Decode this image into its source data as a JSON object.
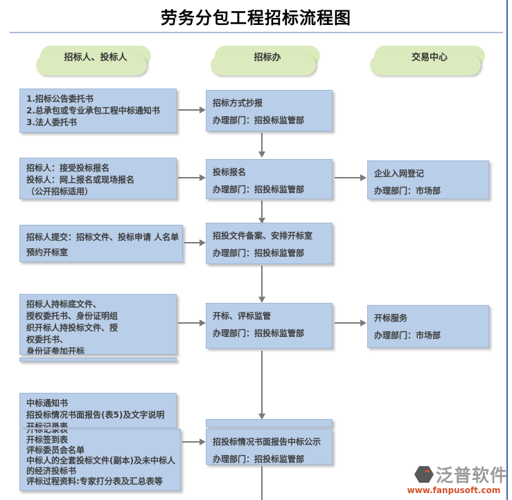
{
  "title": "劳务分包工程招标流程图",
  "columns": {
    "left": "招标人、投标人",
    "middle": "招标办",
    "right": "交易中心"
  },
  "flow": {
    "row1": {
      "left": {
        "lines": [
          "1.招标公告委托书",
          "2.总承包或专业承包工程中标通知书",
          "3.法人委托书"
        ]
      },
      "middle": {
        "lines": [
          "招标方式抄报",
          "办理部门：招投标监管部"
        ]
      }
    },
    "row2": {
      "left": {
        "lines": [
          "招标人：接受投标报名",
          "投标人：网上报名或现场报名",
          "（公开招标适用）"
        ]
      },
      "middle": {
        "lines": [
          "投标报名",
          "办理部门：招投标监管部"
        ]
      },
      "right": {
        "lines": [
          "企业入网登记",
          "办理部门：市场部"
        ]
      }
    },
    "row3": {
      "left": {
        "lines": [
          "招标人提交：招标文件、投标申请 人名单",
          "预约开标室"
        ]
      },
      "middle": {
        "lines": [
          "招投文件备案、安排开标室",
          "办理部门：招投标监管部"
        ]
      }
    },
    "row4": {
      "left": {
        "lines": [
          "招标人持标底文件、",
          "授权委托书、身份证明组",
          "织开标人持投标文件、授",
          "权委托书、",
          "身份证参加开标"
        ]
      },
      "middle": {
        "lines": [
          "开标、评标监管",
          "办理部门：招投标监管部"
        ]
      },
      "right": {
        "lines": [
          "开标服务",
          "办理部门：市场部"
        ]
      }
    },
    "row5": {
      "left_top": {
        "lines": [
          "中标通知书",
          "招投标情况书面报告(表5)及文字说明",
          "开标记录表"
        ]
      },
      "left_bottom": {
        "lines": [
          "开标记录表",
          "开标签到表",
          "评标委员会名单",
          "中标人的全套投标文件(副本)及未中标人",
          "的经济投标书",
          "评标过程资料:专家打分表及汇总表等"
        ]
      },
      "middle": {
        "lines": [
          "招投标情况书面报告中标公示",
          "办理部门：招投标监管部"
        ]
      }
    }
  },
  "logo": {
    "brand": "泛普软件",
    "website": "www.fanpusoft.com"
  },
  "colors": {
    "box_fill": "#b9cee8",
    "box_border": "#9eb6d6",
    "pill_fill": "#dcebbe",
    "arrow": "#7a7a7a",
    "divider": "#a9bdd9",
    "right_border": "#3b6aa0",
    "brand_gray": "#9b9b9b",
    "brand_orange": "#d4502a"
  }
}
